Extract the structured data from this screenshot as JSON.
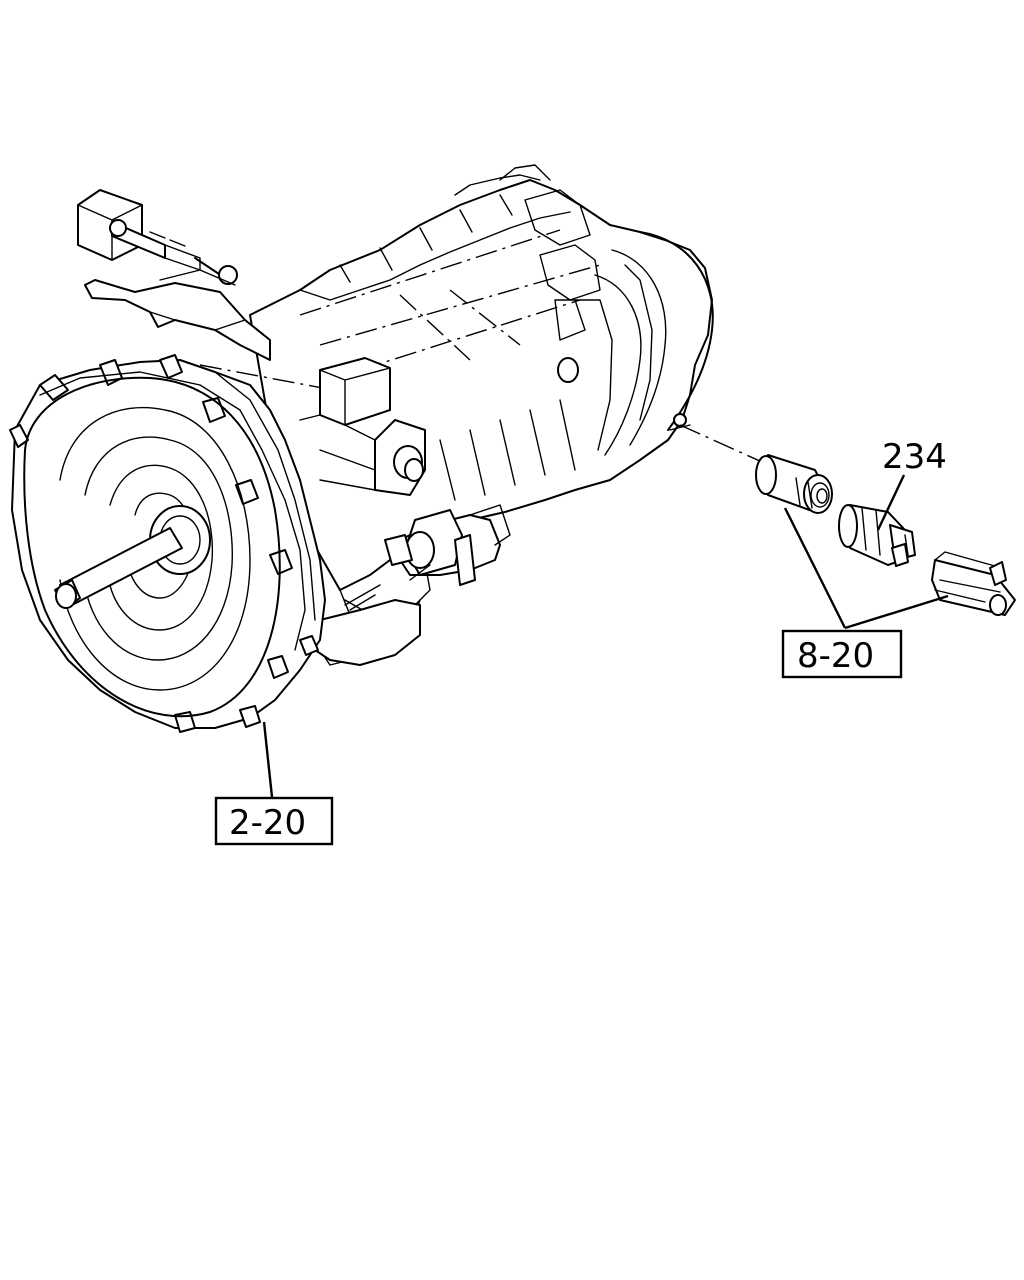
{
  "diagram": {
    "callouts": {
      "part_number": "234",
      "ref_sensor_group": "8-20",
      "ref_transmission": "2-20"
    }
  }
}
